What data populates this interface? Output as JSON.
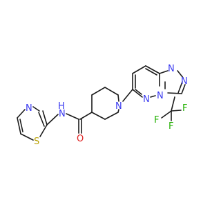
{
  "colors": {
    "bond": "#1a1a1a",
    "nitrogen": "#3838f0",
    "oxygen": "#e02020",
    "sulfur": "#b8a000",
    "fluorine": "#20b000",
    "background": "#ffffff"
  },
  "atom_labels": {
    "n_triazole_top_left": "N",
    "n_triazole_top_right": "N",
    "n_triazole_bridge": "N",
    "n_pyridazine": "N",
    "n_piperidine": "N",
    "o_carbonyl": "O",
    "nh_amide": "N",
    "h_amide": "H",
    "n_thiazole": "N",
    "s_thiazole": "S",
    "f_top": "F",
    "f_right": "F",
    "f_left": "F"
  }
}
